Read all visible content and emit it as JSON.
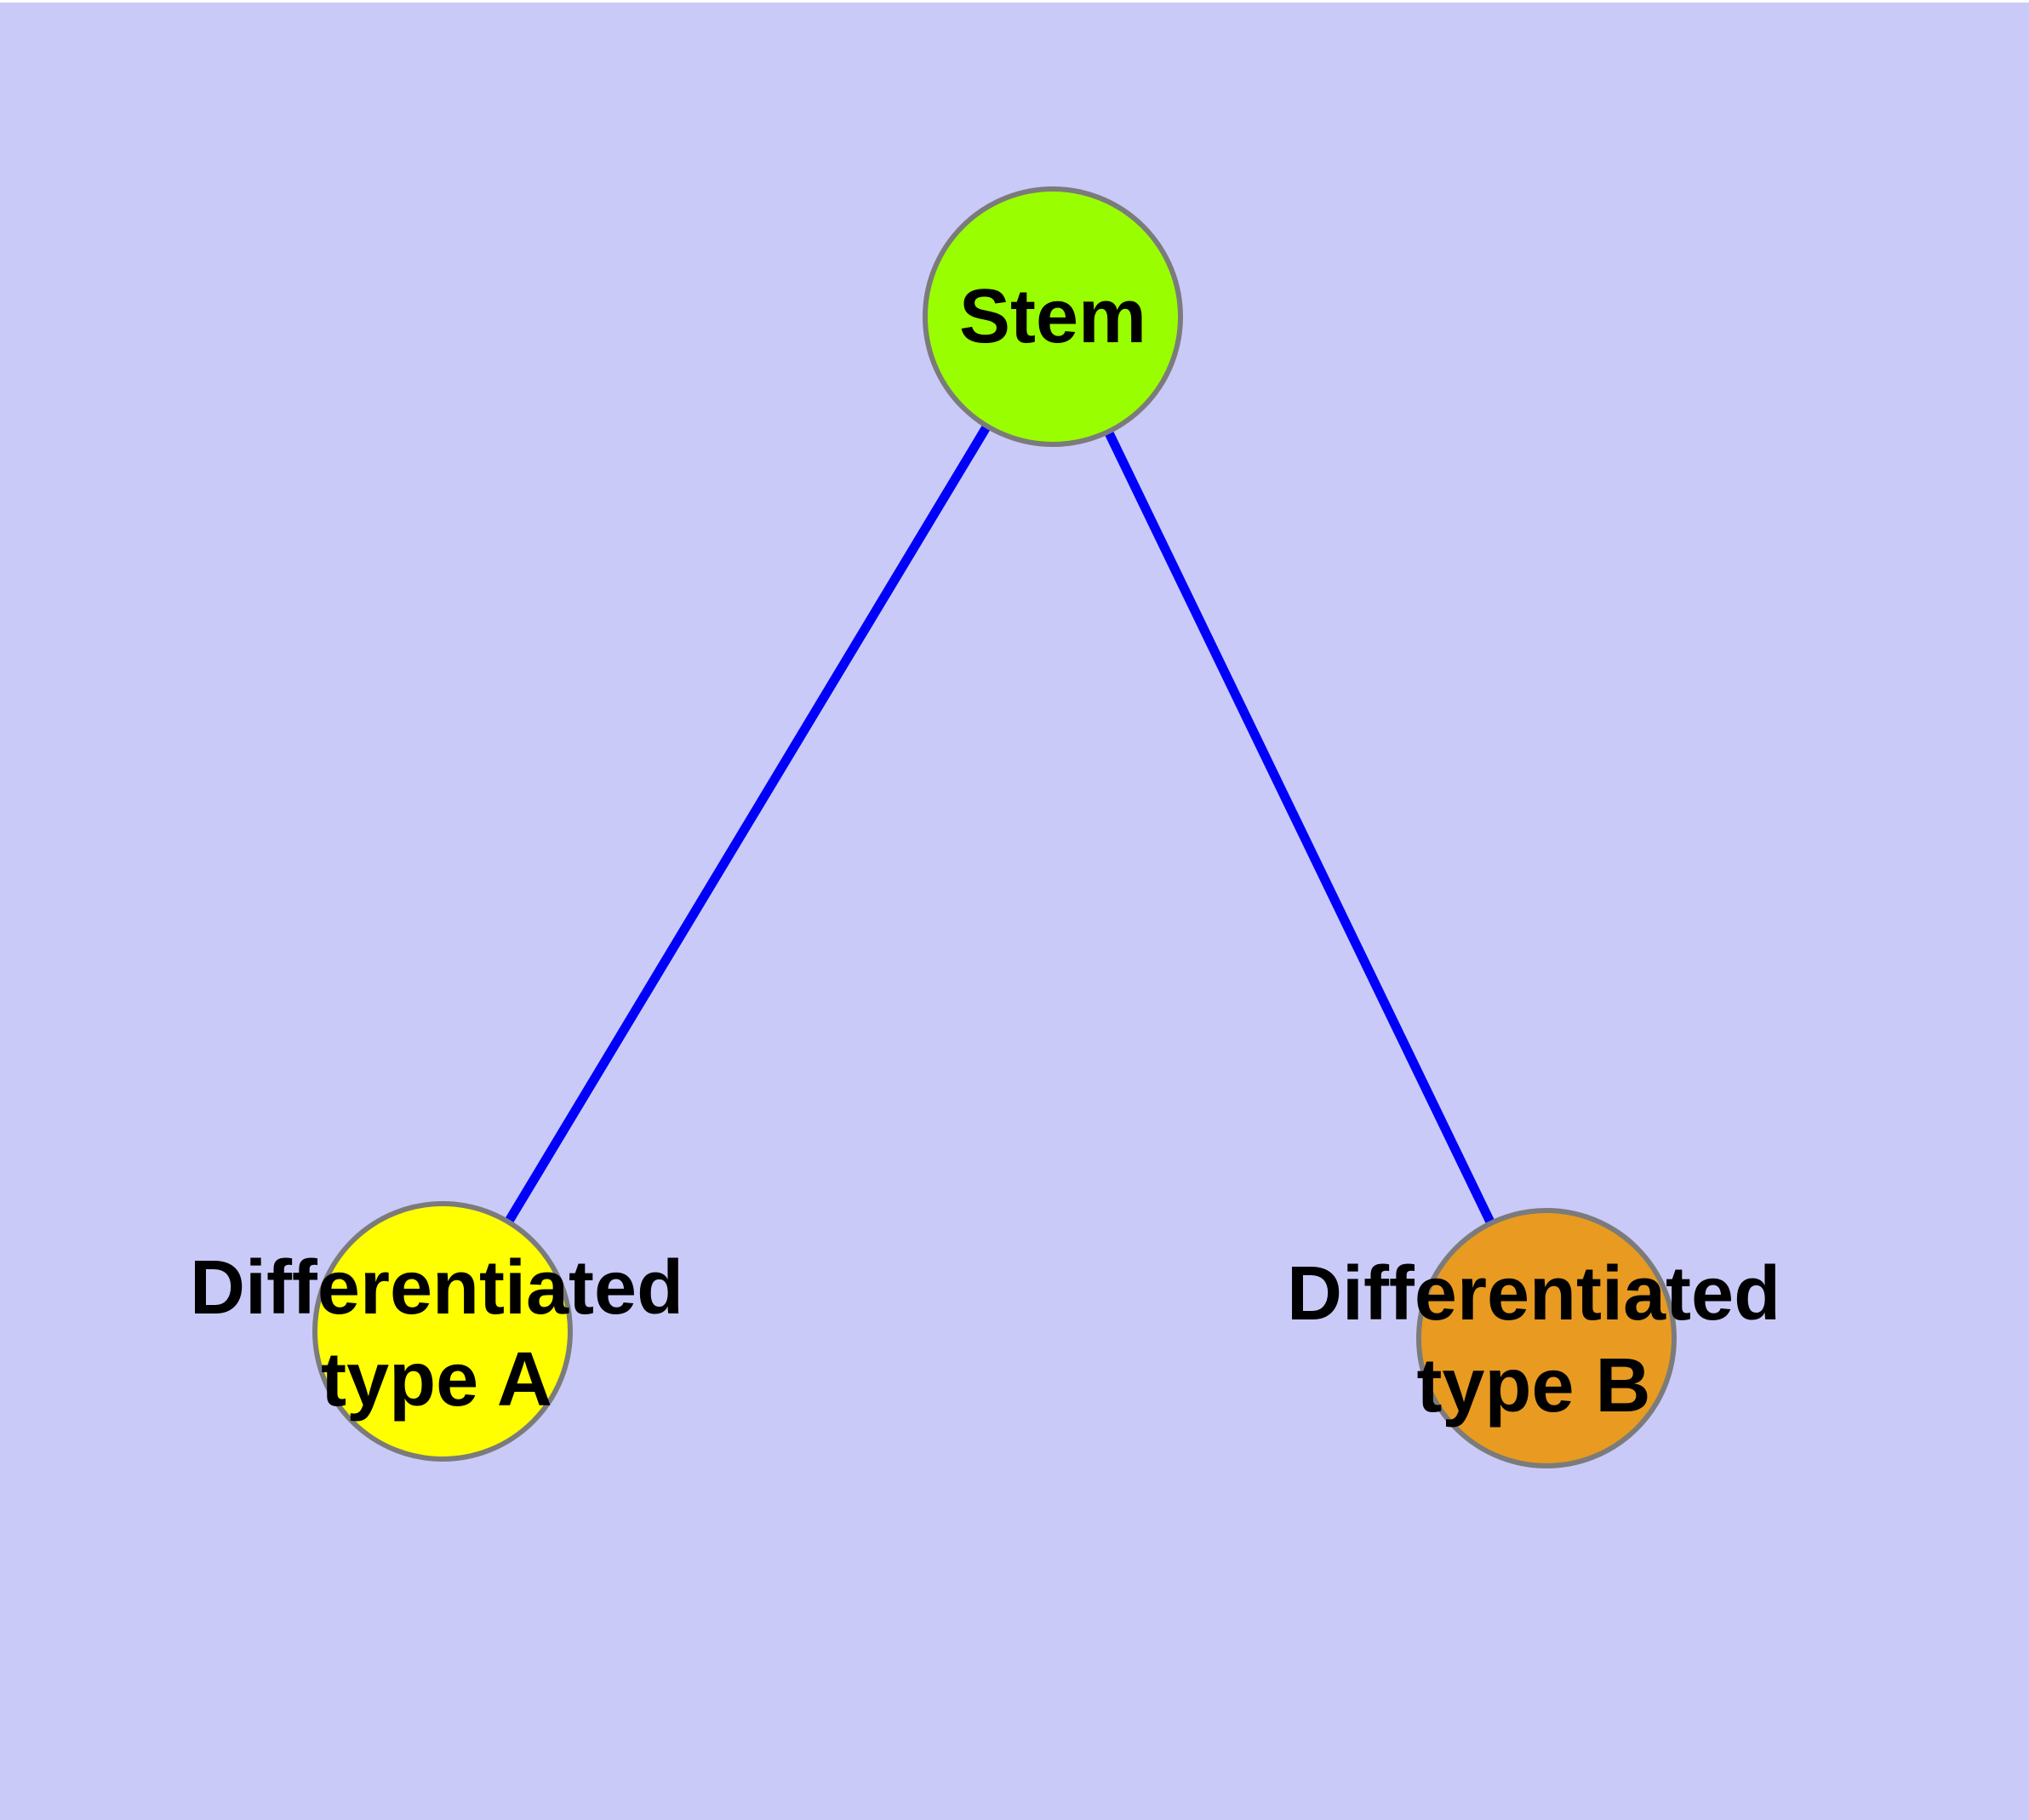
{
  "colors": {
    "background": "#CACAF8",
    "top-strip": "#FFFFFF",
    "edge": "#0000FA",
    "node-border": "#7B7B7B",
    "label": "#000000"
  },
  "graph": {
    "nodes": {
      "stem": {
        "label": "Stem",
        "color": "#99FF00"
      },
      "type_a": {
        "label": "Differentiated\ntype A",
        "color": "#FFFF00"
      },
      "type_b": {
        "label": "Differentiated\ntype B",
        "color": "#E89B20"
      }
    },
    "edges": [
      {
        "from": "Stem",
        "to": "Differentiated type A"
      },
      {
        "from": "Stem",
        "to": "Differentiated type B"
      }
    ]
  }
}
